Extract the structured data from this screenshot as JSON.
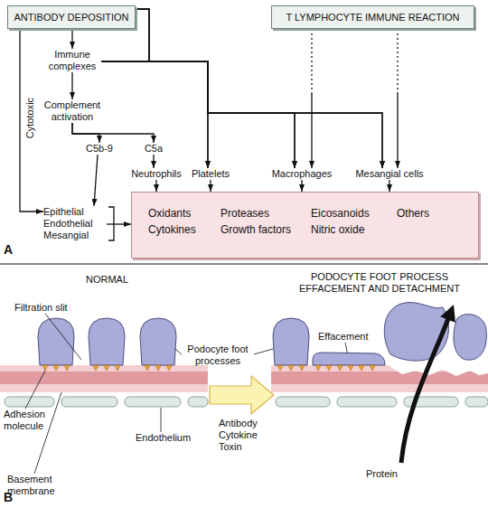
{
  "diagram": {
    "nodes": [
      {
        "text": [
          "ANTIBODY DEPOSITION"
        ]
      },
      {
        "text": [
          "T LYMPHOCYTE IMMUNE REACTION"
        ]
      },
      {
        "text": [
          "Immune complexes"
        ]
      },
      {
        "text": [
          "Complement activation"
        ]
      },
      {
        "text": [
          "C5b-9"
        ]
      },
      {
        "text": [
          "C5a"
        ]
      },
      {
        "text": [
          "Neutrophils"
        ]
      },
      {
        "text": [
          "Platelets"
        ]
      },
      {
        "text": [
          "Macrophages"
        ]
      },
      {
        "text": [
          "Mesangial cells"
        ]
      },
      {
        "text": [
          "Epithelial",
          "Endothelial",
          "Mesangial"
        ]
      },
      {
        "text": [
          "Oxidants Cytokines",
          "Proteases Growth factors",
          "Eicosanoids Nitric oxide",
          "Others"
        ]
      }
    ],
    "edges": [
      {
        "from": 0,
        "to": 2,
        "arrow": "to"
      },
      {
        "from": 2,
        "to": 3,
        "arrow": "to"
      },
      {
        "from": 3,
        "to": 4,
        "arrow": "to"
      },
      {
        "from": 3,
        "to": 5,
        "arrow": "to"
      },
      {
        "from": 5,
        "to": 6,
        "arrow": "to"
      },
      {
        "from": 0,
        "to": 10,
        "label": "Cytotoxic",
        "arrow": "to"
      },
      {
        "from": 4,
        "to": 10,
        "arrow": "to"
      },
      {
        "from": 0,
        "to": 7,
        "arrow": "to"
      },
      {
        "from": 0,
        "to": 8,
        "arrow": "to"
      },
      {
        "from": 0,
        "to": 9,
        "arrow": "to"
      },
      {
        "from": 2,
        "to": 7,
        "arrow": "to"
      },
      {
        "from": 2,
        "to": 8,
        "arrow": "to"
      },
      {
        "from": 2,
        "to": 9,
        "arrow": "to"
      },
      {
        "from": 1,
        "to": 8,
        "arrow": "to"
      },
      {
        "from": 1,
        "to": 9,
        "arrow": "to"
      },
      {
        "from": 6,
        "to": 11,
        "arrow": "to"
      },
      {
        "from": 7,
        "to": 11,
        "arrow": "to"
      },
      {
        "from": 8,
        "to": 11,
        "arrow": "to"
      },
      {
        "from": 9,
        "to": 11,
        "arrow": "to"
      },
      {
        "from": 10,
        "to": 11,
        "arrow": "to"
      }
    ],
    "labels": [
      "A",
      "NORMAL",
      "PODOCYTE FOOT PROCESS EFFACEMENT AND DETACHMENT",
      "Filtration slit",
      "Podocyte foot processes",
      "Effacement",
      "Adhesion molecule",
      "Antibody",
      "Cytokine",
      "Toxin",
      "Endothelium",
      "Basement membrane",
      "Protein",
      "B"
    ]
  }
}
